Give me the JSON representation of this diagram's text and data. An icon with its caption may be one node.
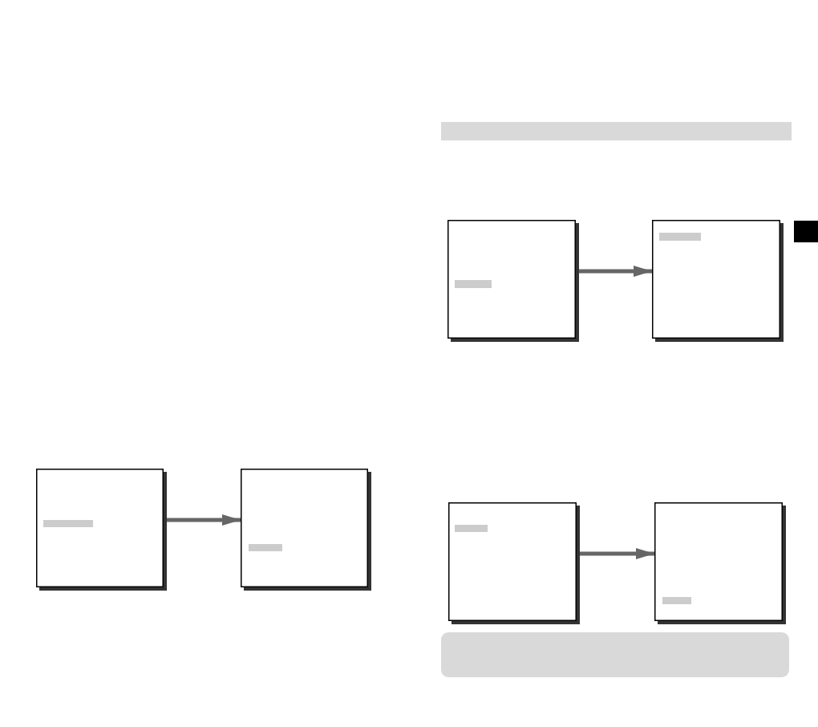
{
  "diagram": {
    "nodes": [
      {
        "text": [],
        "shape": "box"
      },
      {
        "text": [],
        "shape": "box"
      },
      {
        "text": [],
        "shape": "box"
      },
      {
        "text": [],
        "shape": "box"
      },
      {
        "text": [],
        "shape": "box"
      },
      {
        "text": [],
        "shape": "box"
      }
    ],
    "edges": [
      {
        "from": 0,
        "to": 1,
        "arrow": "to"
      },
      {
        "from": 2,
        "to": 3,
        "arrow": "to"
      },
      {
        "from": 4,
        "to": 5,
        "arrow": "to"
      }
    ]
  }
}
